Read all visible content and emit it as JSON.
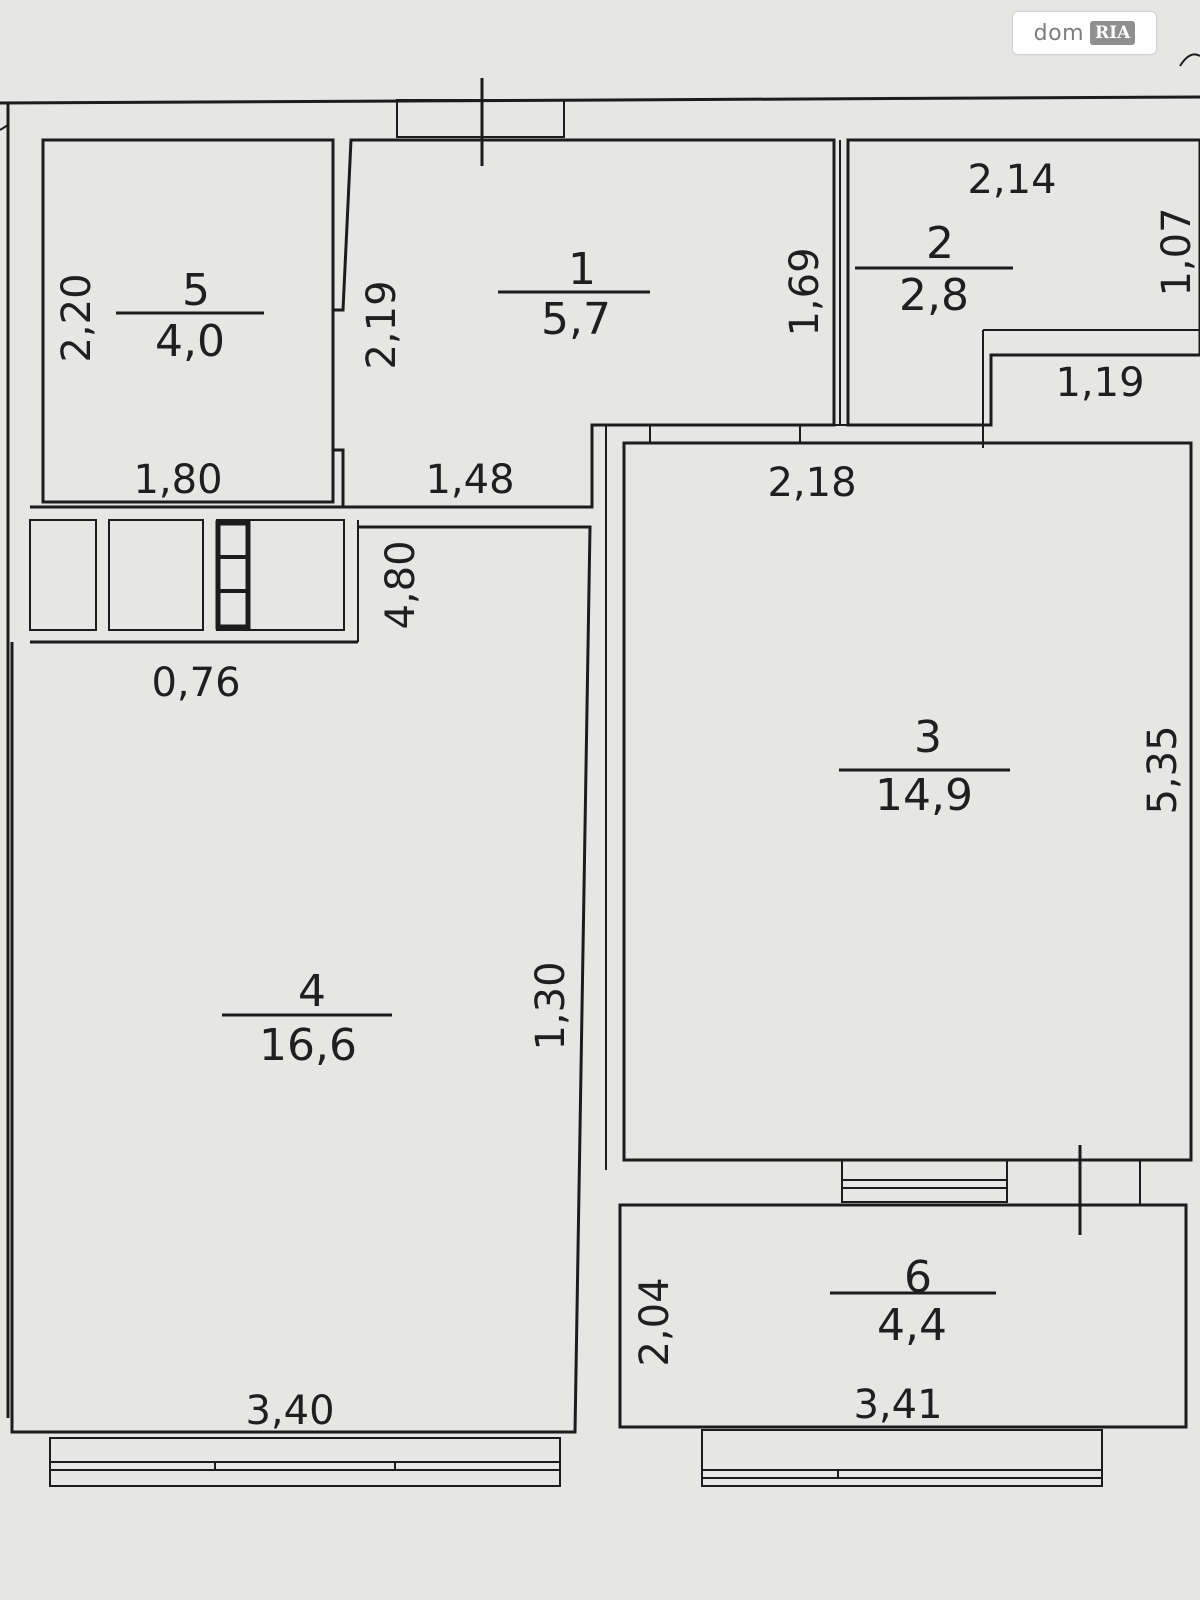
{
  "watermark": {
    "left": "dom",
    "right": "RIA"
  },
  "rooms": [
    {
      "id": "room-1",
      "number": "1",
      "area": "5,7"
    },
    {
      "id": "room-2",
      "number": "2",
      "area": "2,8"
    },
    {
      "id": "room-3",
      "number": "3",
      "area": "14,9"
    },
    {
      "id": "room-4",
      "number": "4",
      "area": "16,6"
    },
    {
      "id": "room-5",
      "number": "5",
      "area": "4,0"
    },
    {
      "id": "room-6",
      "number": "6",
      "area": "4,4"
    }
  ],
  "dimensions": [
    {
      "id": "dim-room5-height",
      "value": "2,20"
    },
    {
      "id": "dim-room5-width",
      "value": "1,80"
    },
    {
      "id": "dim-room1-height",
      "value": "2,19"
    },
    {
      "id": "dim-room1-width",
      "value": "1,48"
    },
    {
      "id": "dim-room1-right",
      "value": "1,69"
    },
    {
      "id": "dim-room2-width",
      "value": "2,14"
    },
    {
      "id": "dim-room2-height",
      "value": "1,07"
    },
    {
      "id": "dim-step-width",
      "value": "1,19"
    },
    {
      "id": "dim-room3-width",
      "value": "2,18"
    },
    {
      "id": "dim-room3-height",
      "value": "4,80"
    },
    {
      "id": "dim-closet-height",
      "value": "0,76"
    },
    {
      "id": "dim-closet-width",
      "value": "2,04"
    },
    {
      "id": "dim-room4-height",
      "value": "5,35"
    },
    {
      "id": "dim-room4-width",
      "value": "3,40"
    },
    {
      "id": "dim-room6-height",
      "value": "1,30"
    },
    {
      "id": "dim-room6-width",
      "value": "3,41"
    }
  ]
}
